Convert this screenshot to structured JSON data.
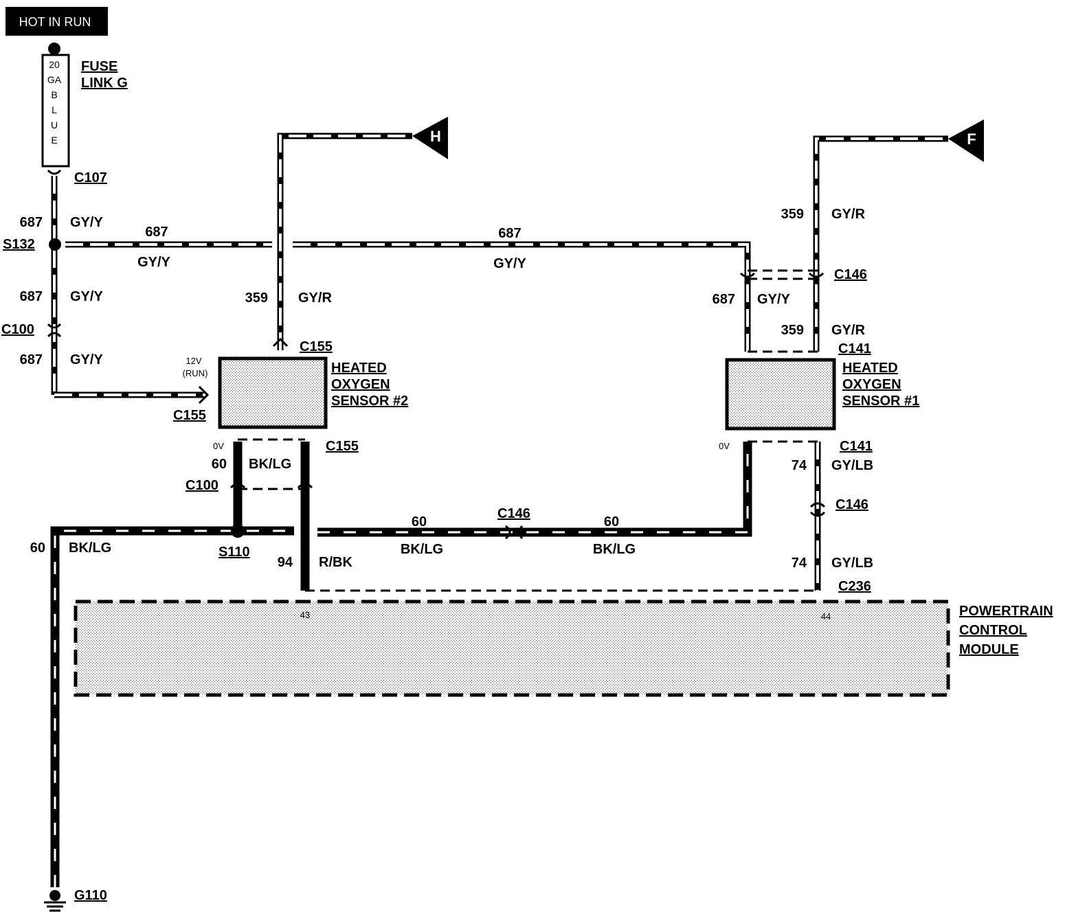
{
  "power_source": {
    "label": "HOT IN RUN"
  },
  "fuse": {
    "label_line1": "FUSE",
    "label_line2": "LINK G",
    "body_lines": [
      "20",
      "GA",
      "B",
      "L",
      "U",
      "E"
    ]
  },
  "flags": {
    "left": "H",
    "right": "F"
  },
  "splices": {
    "s132": "S132",
    "s110": "S110"
  },
  "ground": {
    "label": "G110"
  },
  "connectors": {
    "c107": "C107",
    "c100_upper": "C100",
    "c100_lower": "C100",
    "c155_top": "C155",
    "c155_left": "C155",
    "c155_bottom": "C155",
    "c141_top": "C141",
    "c141_bottom": "C141",
    "c146_top": "C146",
    "c146_middle": "C146",
    "c146_right": "C146",
    "c236": "C236"
  },
  "components": {
    "hos2": {
      "line1": "HEATED",
      "line2": "OXYGEN",
      "line3": "SENSOR #2"
    },
    "hos1": {
      "line1": "HEATED",
      "line2": "OXYGEN",
      "line3": "SENSOR #1"
    },
    "pcm": {
      "line1": "POWERTRAIN",
      "line2": "CONTROL",
      "line3": "MODULE",
      "pin_left": "43",
      "pin_right": "44"
    }
  },
  "voltages": {
    "v12": "12V",
    "v12_note": "(RUN)",
    "v0_left": "0V",
    "v0_right": "0V"
  },
  "wires": {
    "w687": {
      "circuit": "687",
      "color": "GY/Y"
    },
    "w359": {
      "circuit": "359",
      "color": "GY/R"
    },
    "w60": {
      "circuit": "60",
      "color": "BK/LG"
    },
    "w94": {
      "circuit": "94",
      "color": "R/BK"
    },
    "w74": {
      "circuit": "74",
      "color": "GY/LB"
    }
  }
}
